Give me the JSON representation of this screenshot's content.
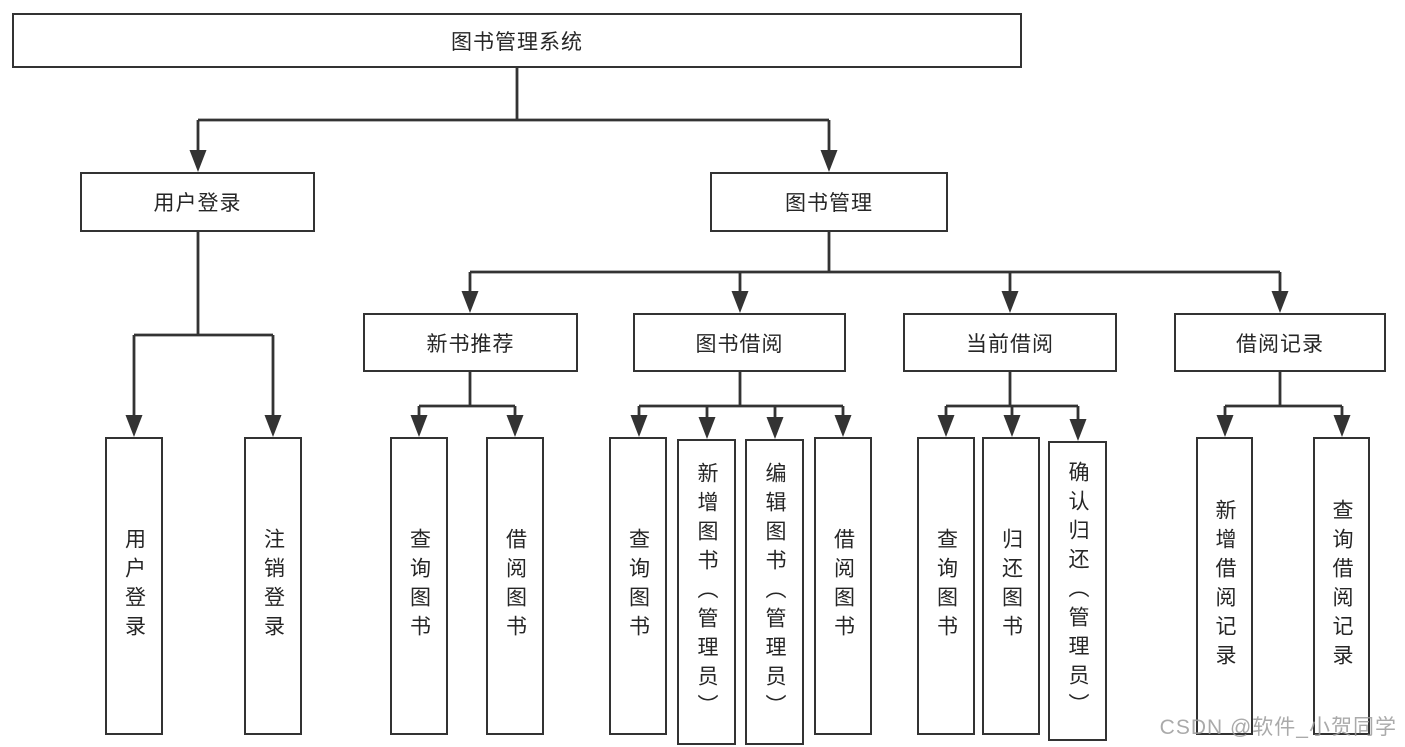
{
  "tree": {
    "label": "图书管理系统",
    "children": [
      {
        "label": "用户登录",
        "children": [
          {
            "label": "用户登录"
          },
          {
            "label": "注销登录"
          }
        ]
      },
      {
        "label": "图书管理",
        "children": [
          {
            "label": "新书推荐",
            "children": [
              {
                "label": "查询图书"
              },
              {
                "label": "借阅图书"
              }
            ]
          },
          {
            "label": "图书借阅",
            "children": [
              {
                "label": "查询图书"
              },
              {
                "label": "新增图书（管理员）"
              },
              {
                "label": "编辑图书（管理员）"
              },
              {
                "label": "借阅图书"
              }
            ]
          },
          {
            "label": "当前借阅",
            "children": [
              {
                "label": "查询图书"
              },
              {
                "label": "归还图书"
              },
              {
                "label": "确认归还（管理员）"
              }
            ]
          },
          {
            "label": "借阅记录",
            "children": [
              {
                "label": "新增借阅记录"
              },
              {
                "label": "查询借阅记录"
              }
            ]
          }
        ]
      }
    ]
  },
  "watermark": "CSDN @软件_小贺同学",
  "colors": {
    "line": "#333333",
    "box_fill": "#ffffff",
    "text": "#262626",
    "watermark": "#9c9c9c",
    "background": "#ffffff"
  }
}
